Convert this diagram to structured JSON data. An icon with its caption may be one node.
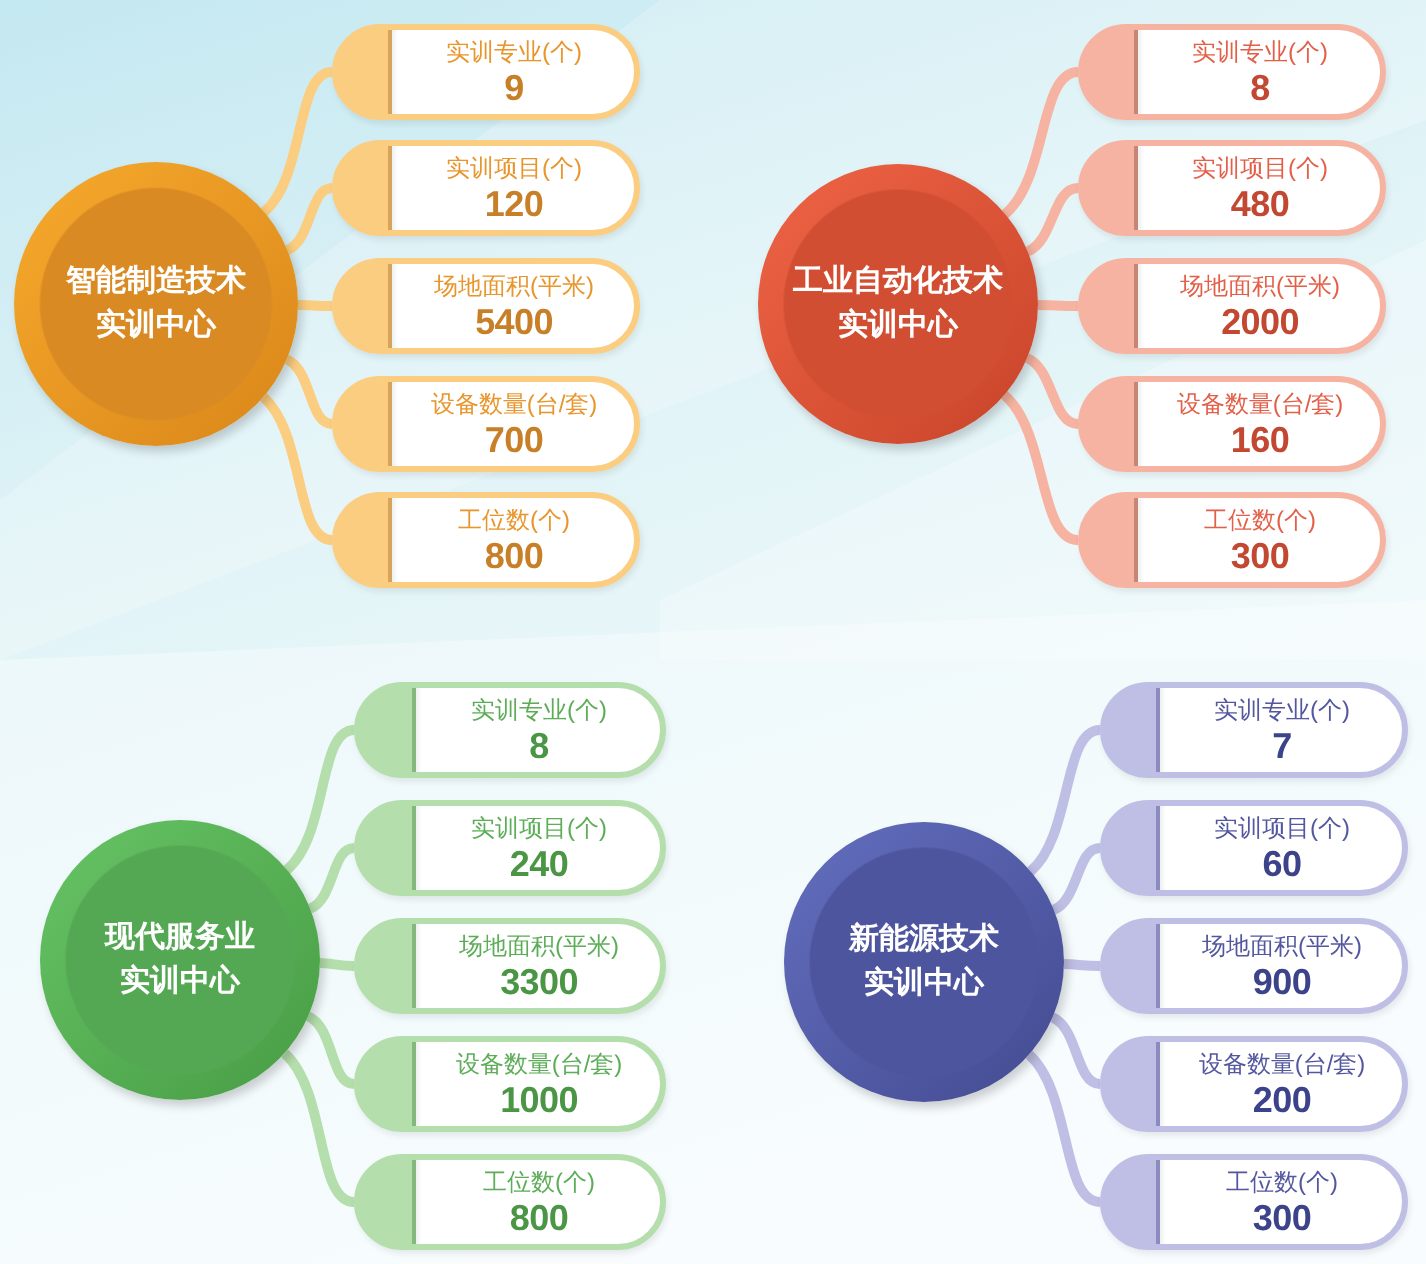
{
  "diagram": {
    "nodes": [
      {
        "text": [
          "智能制造技术实训中心"
        ]
      },
      {
        "text": [
          "实训专业(个)",
          "9"
        ]
      },
      {
        "text": [
          "实训项目(个)",
          "120"
        ]
      },
      {
        "text": [
          "场地面积(平米)",
          "5400"
        ]
      },
      {
        "text": [
          "设备数量(台/套)",
          "700"
        ]
      },
      {
        "text": [
          "工位数(个)",
          "800"
        ]
      },
      {
        "text": [
          "工业自动化技术实训中心"
        ]
      },
      {
        "text": [
          "实训专业(个)",
          "8"
        ]
      },
      {
        "text": [
          "实训项目(个)",
          "480"
        ]
      },
      {
        "text": [
          "场地面积(平米)",
          "2000"
        ]
      },
      {
        "text": [
          "设备数量(台/套)",
          "160"
        ]
      },
      {
        "text": [
          "工位数(个)",
          "300"
        ]
      },
      {
        "text": [
          "现代服务业实训中心"
        ]
      },
      {
        "text": [
          "实训专业(个)",
          "8"
        ]
      },
      {
        "text": [
          "实训项目(个)",
          "240"
        ]
      },
      {
        "text": [
          "场地面积(平米)",
          "3300"
        ]
      },
      {
        "text": [
          "设备数量(台/套)",
          "1000"
        ]
      },
      {
        "text": [
          "工位数(个)",
          "800"
        ]
      },
      {
        "text": [
          "新能源技术实训中心"
        ]
      },
      {
        "text": [
          "实训专业(个)",
          "7"
        ]
      },
      {
        "text": [
          "实训项目(个)",
          "60"
        ]
      },
      {
        "text": [
          "场地面积(平米)",
          "900"
        ]
      },
      {
        "text": [
          "设备数量(台/套)",
          "200"
        ]
      },
      {
        "text": [
          "工位数(个)",
          "300"
        ]
      }
    ],
    "edges": [
      {
        "from": 0,
        "to": 1,
        "arrow": "none",
        "color": "#fbcd80"
      },
      {
        "from": 0,
        "to": 2,
        "arrow": "none",
        "color": "#fbcd80"
      },
      {
        "from": 0,
        "to": 3,
        "arrow": "none",
        "color": "#fbcd80"
      },
      {
        "from": 0,
        "to": 4,
        "arrow": "none",
        "color": "#fbcd80"
      },
      {
        "from": 0,
        "to": 5,
        "arrow": "none",
        "color": "#fbcd80"
      },
      {
        "from": 6,
        "to": 7,
        "arrow": "none",
        "color": "#f7b3a1"
      },
      {
        "from": 6,
        "to": 8,
        "arrow": "none",
        "color": "#f7b3a1"
      },
      {
        "from": 6,
        "to": 9,
        "arrow": "none",
        "color": "#f7b3a1"
      },
      {
        "from": 6,
        "to": 10,
        "arrow": "none",
        "color": "#f7b3a1"
      },
      {
        "from": 6,
        "to": 11,
        "arrow": "none",
        "color": "#f7b3a1"
      },
      {
        "from": 12,
        "to": 13,
        "arrow": "none",
        "color": "#b4deac"
      },
      {
        "from": 12,
        "to": 14,
        "arrow": "none",
        "color": "#b4deac"
      },
      {
        "from": 12,
        "to": 15,
        "arrow": "none",
        "color": "#b4deac"
      },
      {
        "from": 12,
        "to": 16,
        "arrow": "none",
        "color": "#b4deac"
      },
      {
        "from": 12,
        "to": 17,
        "arrow": "none",
        "color": "#b4deac"
      },
      {
        "from": 18,
        "to": 19,
        "arrow": "none",
        "color": "#bfbfe5"
      },
      {
        "from": 18,
        "to": 20,
        "arrow": "none",
        "color": "#bfbfe5"
      },
      {
        "from": 18,
        "to": 21,
        "arrow": "none",
        "color": "#bfbfe5"
      },
      {
        "from": 18,
        "to": 22,
        "arrow": "none",
        "color": "#bfbfe5"
      },
      {
        "from": 18,
        "to": 23,
        "arrow": "none",
        "color": "#bfbfe5"
      }
    ]
  }
}
